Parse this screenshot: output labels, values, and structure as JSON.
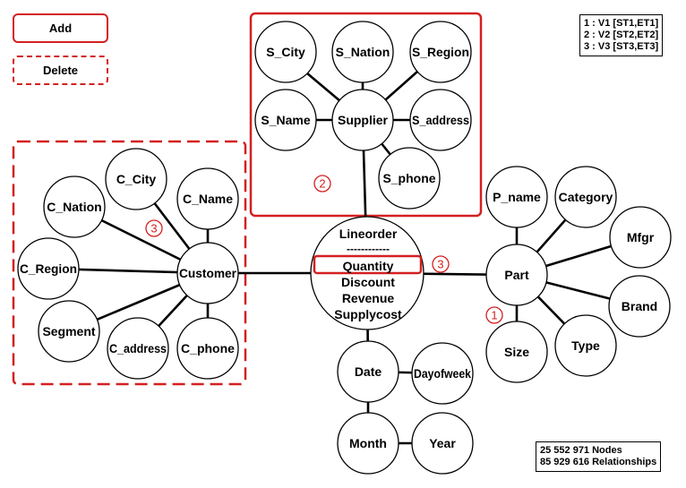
{
  "controls": {
    "add_label": "Add",
    "delete_label": "Delete"
  },
  "legend": {
    "versions": [
      "1 : V1 [ST1,ET1]",
      "2 : V2 [ST2,ET2]",
      "3 : V3 [ST3,ET3]"
    ]
  },
  "stats": {
    "nodes": "25 552 971 Nodes",
    "relationships": "85 929 616 Relationships"
  },
  "colors": {
    "accent": "#d42020",
    "stroke": "#000000"
  },
  "lineorder": {
    "title": "Lineorder",
    "separator": "------------",
    "attributes": [
      "Quantity",
      "Discount",
      "Revenue",
      "Supplycost"
    ]
  },
  "nodes": {
    "s_city": "S_City",
    "s_nation": "S_Nation",
    "s_region": "S_Region",
    "s_name": "S_Name",
    "supplier": "Supplier",
    "s_address": "S_address",
    "s_phone": "S_phone",
    "c_city": "C_City",
    "c_nation": "C_Nation",
    "c_name": "C_Name",
    "c_region": "C_Region",
    "customer": "Customer",
    "segment": "Segment",
    "c_address": "C_address",
    "c_phone": "C_phone",
    "p_name": "P_name",
    "category": "Category",
    "mfgr": "Mfgr",
    "part": "Part",
    "brand": "Brand",
    "size": "Size",
    "type": "Type",
    "date": "Date",
    "dayofweek": "Dayofweek",
    "month": "Month",
    "year": "Year"
  },
  "markers": {
    "supplier_version": "2",
    "customer_version": "3",
    "quantity_version": "3",
    "part_version": "1"
  }
}
